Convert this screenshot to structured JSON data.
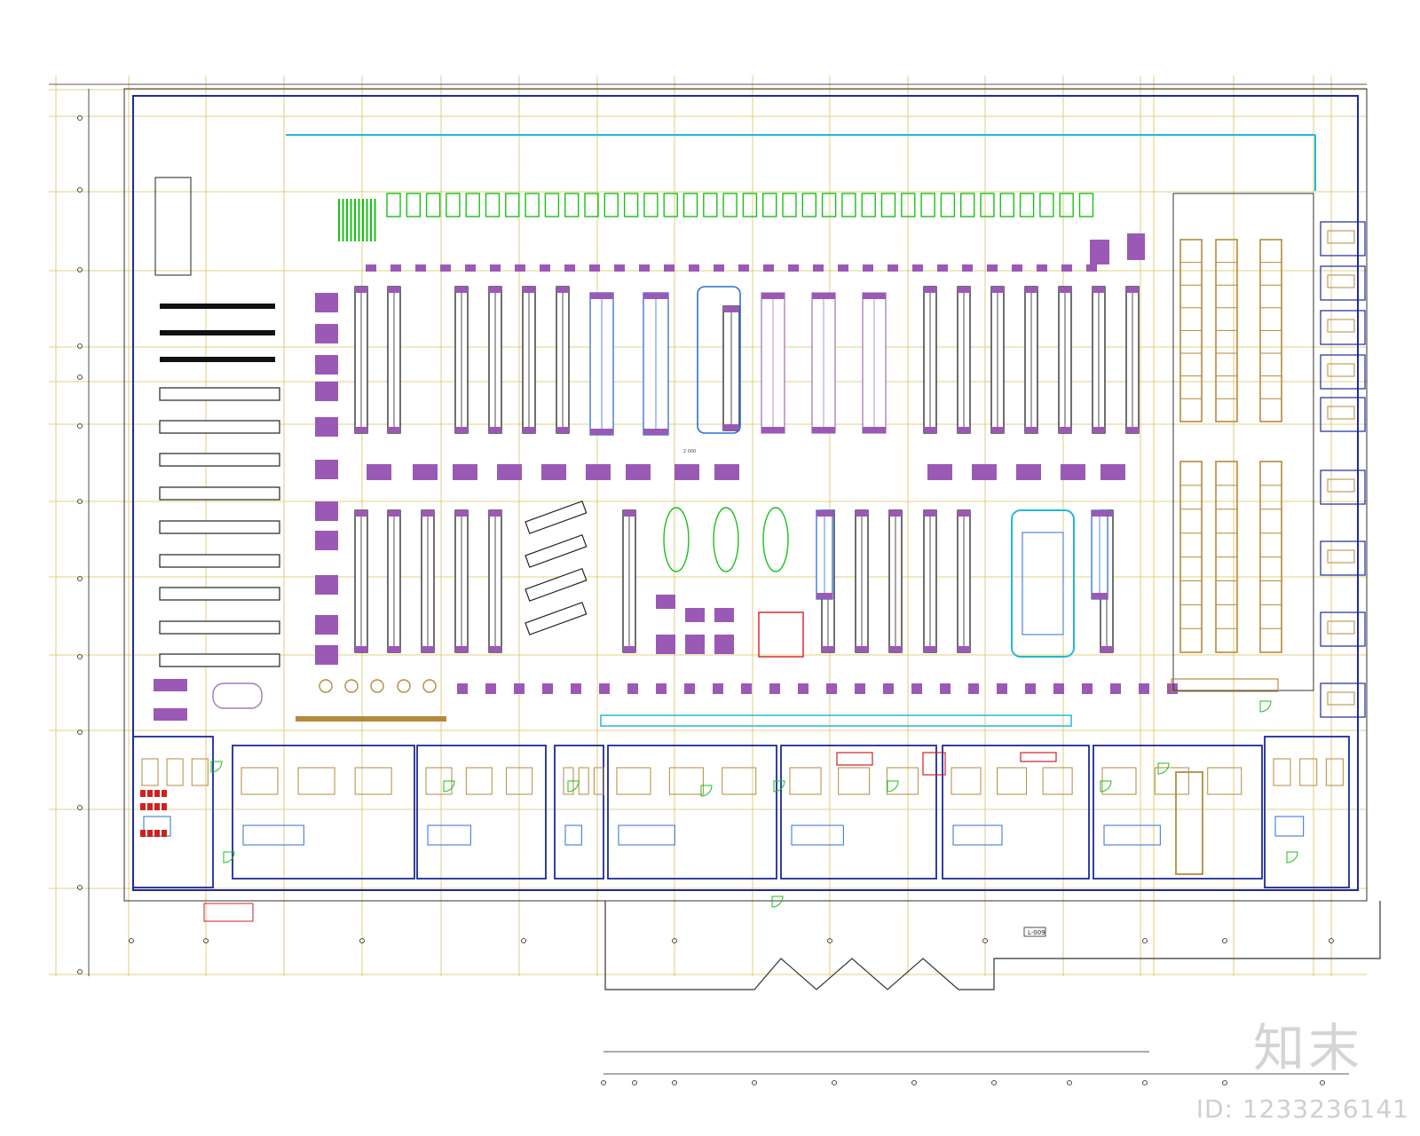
{
  "plan": {
    "area_label": "L-009",
    "dimension_label": "2 000"
  },
  "colors": {
    "grid": "#d8c25a",
    "wall": "#1c2a9a",
    "fixture_purple": "#9b59b6",
    "fixture_green": "#19c019",
    "fixture_cyan": "#22b8d8",
    "fixture_blue": "#2c6fd1",
    "bay_brown": "#b48a3c",
    "accent_red": "#d02020",
    "watermark": "#e2e2e2"
  },
  "watermark": {
    "brand": "知末",
    "id_text": "ID: 1233236141"
  }
}
